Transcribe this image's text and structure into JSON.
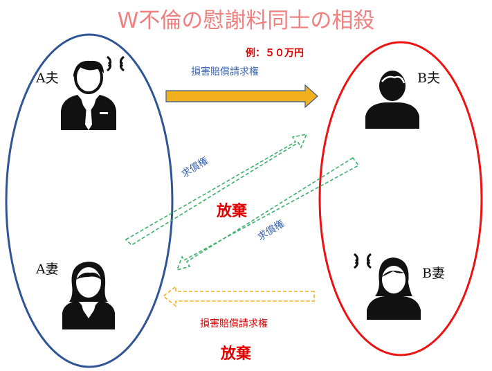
{
  "title": "W不倫の慰謝料同士の相殺",
  "example": "例：５０万円",
  "persons": {
    "a_husband": "A夫",
    "a_wife": "A妻",
    "b_husband": "B夫",
    "b_wife": "B妻"
  },
  "arrows": {
    "top_label": "損害賠償請求権",
    "bottom_label": "損害賠償請求権",
    "bottom_status": "放棄",
    "reimb_upper_label": "求償権",
    "reimb_lower_label": "求償権",
    "reimb_status": "放棄"
  },
  "colors": {
    "group_a": "#2f5597",
    "group_b": "#ee1111",
    "damages_arrow": "#f2b01e",
    "reimbursement_arrow": "#3cb06a",
    "title": "#f08080"
  }
}
